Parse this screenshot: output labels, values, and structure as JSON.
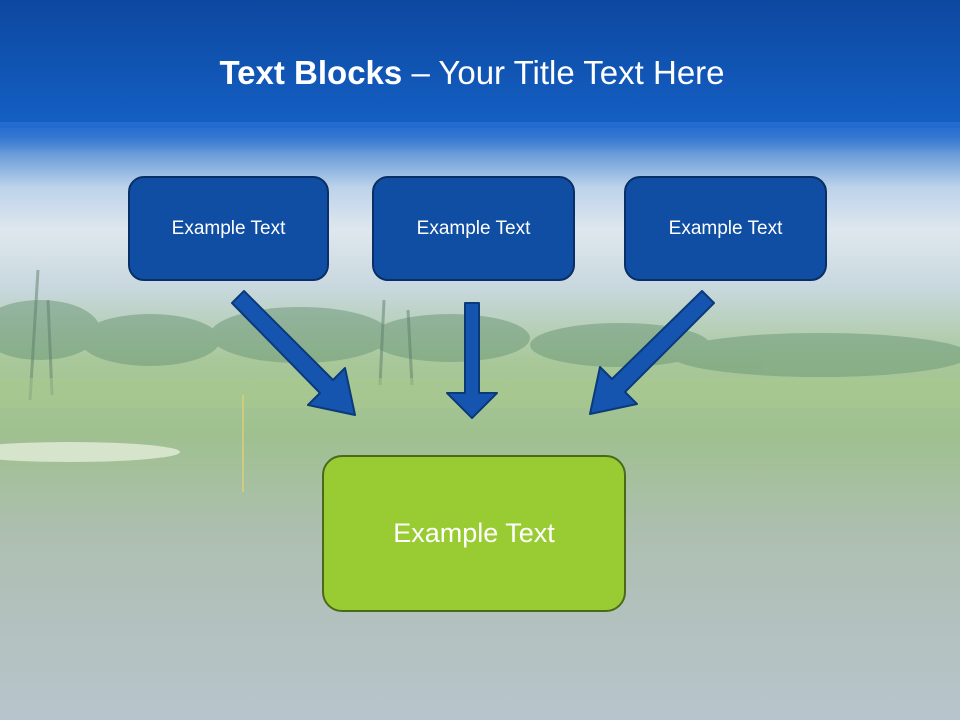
{
  "slide": {
    "title_bold": "Text Blocks",
    "title_rest": "– Your Title Text Here"
  },
  "boxes": [
    {
      "label": "Example Text"
    },
    {
      "label": "Example Text"
    },
    {
      "label": "Example Text"
    }
  ],
  "result": {
    "label": "Example Text"
  },
  "colors": {
    "header": "#1460c4",
    "box_fill": "#0f4ea3",
    "result_fill": "#99cc33",
    "arrow": "#0f4ea3"
  }
}
